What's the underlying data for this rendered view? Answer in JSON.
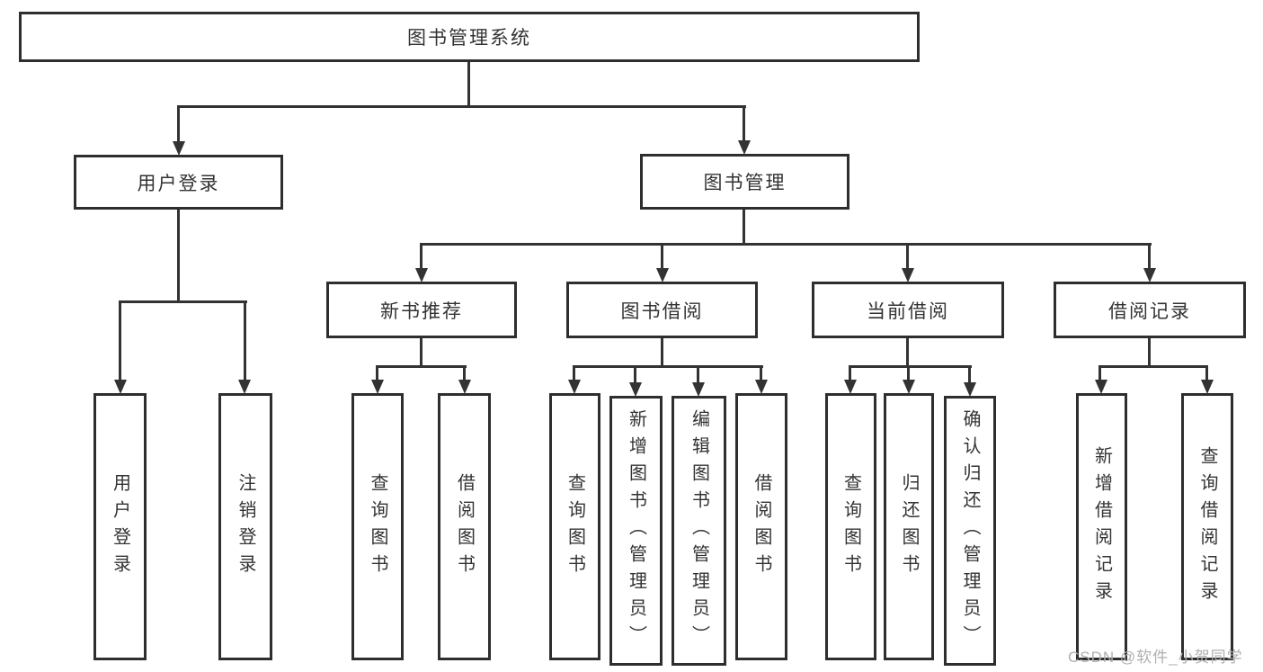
{
  "diagram_title": "图书管理系统",
  "nodes": {
    "root": "图书管理系统",
    "user_login": "用户登录",
    "book_mgmt": "图书管理",
    "new_book_rec": "新书推荐",
    "book_borrow": "图书借阅",
    "current_borrow": "当前借阅",
    "borrow_record": "借阅记录",
    "ul_login": "用户登录",
    "ul_logout": "注销登录",
    "nb_query": "查询图书",
    "nb_borrow": "借阅图书",
    "bb_query": "查询图书",
    "bb_add": "新增图书（管理员）",
    "bb_edit": "编辑图书（管理员）",
    "bb_borrow": "借阅图书",
    "cb_query": "查询图书",
    "cb_return": "归还图书",
    "cb_confirm": "确认归还（管理员）",
    "br_add": "新增借阅记录",
    "br_query": "查询借阅记录"
  },
  "watermark": "CSDN @软件_小贺同学",
  "colors": {
    "line": "#333333",
    "box_border": "#2e2e2e",
    "box_fill": "#ffffff",
    "text": "#333333",
    "watermark": "#b0b0b0",
    "background": "#ffffff"
  }
}
